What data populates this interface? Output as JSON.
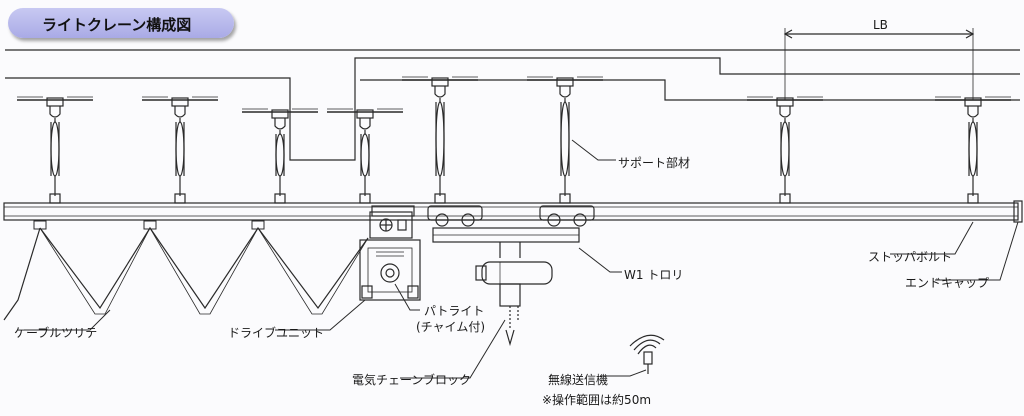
{
  "title": "ライトクレーン構成図",
  "labels": {
    "lb": "LB",
    "support": "サポート部材",
    "w1_trolley": "W1 トロリ",
    "stopper_bolt": "ストッパボルト",
    "end_cap": "エンドキャップ",
    "cable_trolley": "ケーブルツリテ",
    "drive_unit": "ドライブユニット",
    "patrol_light_line1": "パトライト",
    "patrol_light_line2": "(チャイム付)",
    "chain_block": "電気チェーンブロック",
    "wireless_transmitter": "無線送信機",
    "range_note": "※操作範囲は約50m"
  },
  "colors": {
    "line": "#2a2a2a",
    "title_bg": "#b5b6ea",
    "background": "#fbfbfd"
  }
}
